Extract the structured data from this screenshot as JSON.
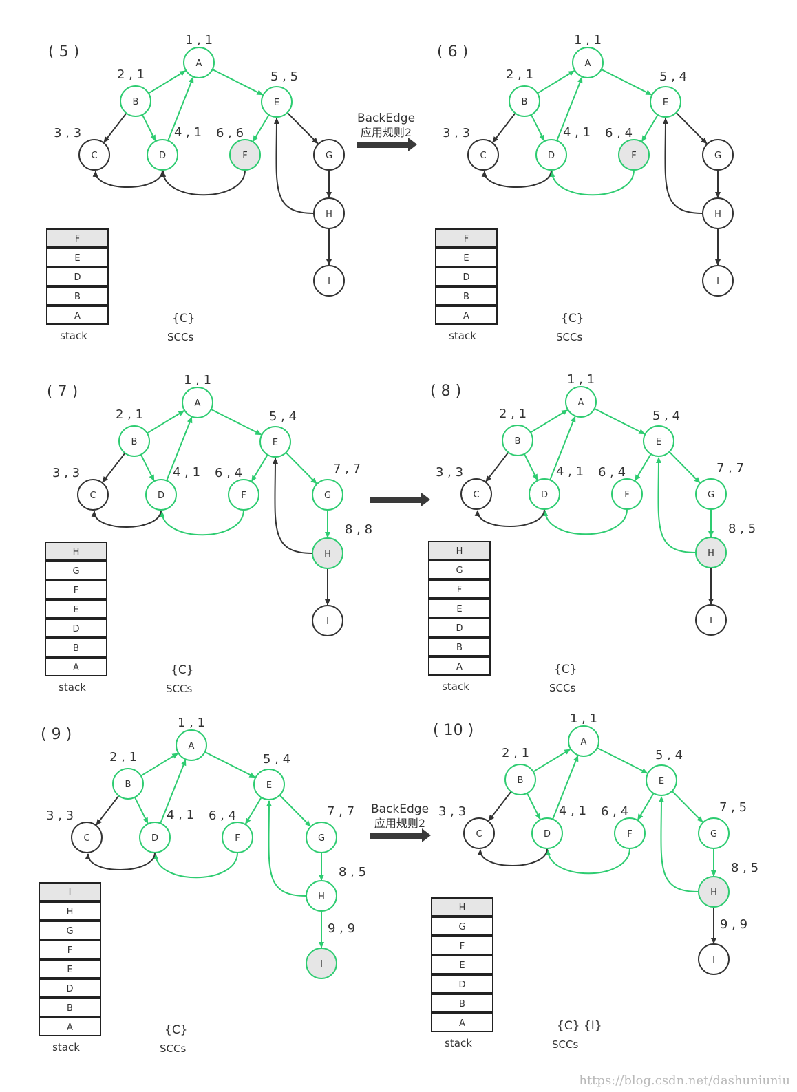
{
  "colors": {
    "green": "#2ecc71",
    "black": "#333333",
    "highlight": "#e6e6e6"
  },
  "panels": [
    {
      "label": "( 5 )",
      "labels": {
        "A": "1 , 1",
        "B": "2 , 1",
        "C": "3 , 3",
        "D": "4 , 1",
        "E": "5 , 5",
        "F": "6 , 6"
      },
      "nodes": [
        "A",
        "B",
        "C",
        "D",
        "E",
        "F",
        "G",
        "H",
        "I"
      ],
      "highlight": [
        "F"
      ],
      "green_nodes": [
        "A",
        "B",
        "D",
        "E",
        "F"
      ],
      "edges": [
        [
          "B",
          "A",
          "green"
        ],
        [
          "A",
          "E",
          "green"
        ],
        [
          "B",
          "D",
          "green"
        ],
        [
          "D",
          "A",
          "green"
        ],
        [
          "E",
          "F",
          "green"
        ],
        [
          "B",
          "C",
          "black"
        ],
        [
          "D",
          "C",
          "black"
        ],
        [
          "F",
          "D",
          "black"
        ],
        [
          "E",
          "G",
          "black"
        ],
        [
          "G",
          "H",
          "black"
        ],
        [
          "H",
          "E",
          "black"
        ],
        [
          "H",
          "I",
          "black"
        ]
      ],
      "stack": [
        "F",
        "E",
        "D",
        "B",
        "A"
      ],
      "stack_label": "stack",
      "sccs": "{C}",
      "sccs_label": "SCCs"
    },
    {
      "label": "( 6 )",
      "labels": {
        "A": "1 , 1",
        "B": "2 , 1",
        "C": "3 , 3",
        "D": "4 , 1",
        "E": "5 , 4",
        "F": "6 , 4"
      },
      "nodes": [
        "A",
        "B",
        "C",
        "D",
        "E",
        "F",
        "G",
        "H",
        "I"
      ],
      "highlight": [
        "F"
      ],
      "green_nodes": [
        "A",
        "B",
        "D",
        "E",
        "F"
      ],
      "edges": [
        [
          "B",
          "A",
          "green"
        ],
        [
          "A",
          "E",
          "green"
        ],
        [
          "B",
          "D",
          "green"
        ],
        [
          "D",
          "A",
          "green"
        ],
        [
          "E",
          "F",
          "green"
        ],
        [
          "F",
          "D",
          "green"
        ],
        [
          "B",
          "C",
          "black"
        ],
        [
          "D",
          "C",
          "black"
        ],
        [
          "E",
          "G",
          "black"
        ],
        [
          "G",
          "H",
          "black"
        ],
        [
          "H",
          "E",
          "black"
        ],
        [
          "H",
          "I",
          "black"
        ]
      ],
      "stack": [
        "F",
        "E",
        "D",
        "B",
        "A"
      ],
      "stack_label": "stack",
      "sccs": "{C}",
      "sccs_label": "SCCs"
    },
    {
      "label": "( 7 )",
      "labels": {
        "A": "1 , 1",
        "B": "2 , 1",
        "C": "3 , 3",
        "D": "4 , 1",
        "E": "5 , 4",
        "F": "6 , 4",
        "G": "7 , 7",
        "H": "8 , 8"
      },
      "nodes": [
        "A",
        "B",
        "C",
        "D",
        "E",
        "F",
        "G",
        "H",
        "I"
      ],
      "highlight": [
        "H"
      ],
      "green_nodes": [
        "A",
        "B",
        "D",
        "E",
        "F",
        "G",
        "H"
      ],
      "edges": [
        [
          "B",
          "A",
          "green"
        ],
        [
          "A",
          "E",
          "green"
        ],
        [
          "B",
          "D",
          "green"
        ],
        [
          "D",
          "A",
          "green"
        ],
        [
          "E",
          "F",
          "green"
        ],
        [
          "F",
          "D",
          "green"
        ],
        [
          "E",
          "G",
          "green"
        ],
        [
          "G",
          "H",
          "green"
        ],
        [
          "B",
          "C",
          "black"
        ],
        [
          "D",
          "C",
          "black"
        ],
        [
          "H",
          "E",
          "black"
        ],
        [
          "H",
          "I",
          "black"
        ]
      ],
      "stack": [
        "H",
        "G",
        "F",
        "E",
        "D",
        "B",
        "A"
      ],
      "stack_label": "stack",
      "sccs": "{C}",
      "sccs_label": "SCCs"
    },
    {
      "label": "( 8 )",
      "labels": {
        "A": "1 , 1",
        "B": "2 , 1",
        "C": "3 , 3",
        "D": "4 , 1",
        "E": "5 , 4",
        "F": "6 , 4",
        "G": "7 , 7",
        "H": "8 , 5"
      },
      "nodes": [
        "A",
        "B",
        "C",
        "D",
        "E",
        "F",
        "G",
        "H",
        "I"
      ],
      "highlight": [
        "H"
      ],
      "green_nodes": [
        "A",
        "B",
        "D",
        "E",
        "F",
        "G",
        "H"
      ],
      "edges": [
        [
          "B",
          "A",
          "green"
        ],
        [
          "A",
          "E",
          "green"
        ],
        [
          "B",
          "D",
          "green"
        ],
        [
          "D",
          "A",
          "green"
        ],
        [
          "E",
          "F",
          "green"
        ],
        [
          "F",
          "D",
          "green"
        ],
        [
          "E",
          "G",
          "green"
        ],
        [
          "G",
          "H",
          "green"
        ],
        [
          "H",
          "E",
          "green"
        ],
        [
          "B",
          "C",
          "black"
        ],
        [
          "D",
          "C",
          "black"
        ],
        [
          "H",
          "I",
          "black"
        ]
      ],
      "stack": [
        "H",
        "G",
        "F",
        "E",
        "D",
        "B",
        "A"
      ],
      "stack_label": "stack",
      "sccs": "{C}",
      "sccs_label": "SCCs"
    },
    {
      "label": "( 9 )",
      "labels": {
        "A": "1 , 1",
        "B": "2 , 1",
        "C": "3 , 3",
        "D": "4 , 1",
        "E": "5 , 4",
        "F": "6 , 4",
        "G": "7 , 7",
        "H": "8 , 5",
        "I": "9 , 9"
      },
      "nodes": [
        "A",
        "B",
        "C",
        "D",
        "E",
        "F",
        "G",
        "H",
        "I"
      ],
      "highlight": [
        "I"
      ],
      "green_nodes": [
        "A",
        "B",
        "D",
        "E",
        "F",
        "G",
        "H",
        "I"
      ],
      "edges": [
        [
          "B",
          "A",
          "green"
        ],
        [
          "A",
          "E",
          "green"
        ],
        [
          "B",
          "D",
          "green"
        ],
        [
          "D",
          "A",
          "green"
        ],
        [
          "E",
          "F",
          "green"
        ],
        [
          "F",
          "D",
          "green"
        ],
        [
          "E",
          "G",
          "green"
        ],
        [
          "G",
          "H",
          "green"
        ],
        [
          "H",
          "E",
          "green"
        ],
        [
          "H",
          "I",
          "green"
        ],
        [
          "B",
          "C",
          "black"
        ],
        [
          "D",
          "C",
          "black"
        ]
      ],
      "stack": [
        "I",
        "H",
        "G",
        "F",
        "E",
        "D",
        "B",
        "A"
      ],
      "stack_label": "stack",
      "sccs": "{C}",
      "sccs_label": "SCCs"
    },
    {
      "label": "( 10 )",
      "labels": {
        "A": "1 , 1",
        "B": "2 , 1",
        "C": "3 , 3",
        "D": "4 , 1",
        "E": "5 , 4",
        "F": "6 , 4",
        "G": "7 , 5",
        "H": "8 , 5",
        "I": "9 , 9"
      },
      "nodes": [
        "A",
        "B",
        "C",
        "D",
        "E",
        "F",
        "G",
        "H",
        "I"
      ],
      "highlight": [
        "H"
      ],
      "green_nodes": [
        "A",
        "B",
        "D",
        "E",
        "F",
        "G",
        "H"
      ],
      "edges": [
        [
          "B",
          "A",
          "green"
        ],
        [
          "A",
          "E",
          "green"
        ],
        [
          "B",
          "D",
          "green"
        ],
        [
          "D",
          "A",
          "green"
        ],
        [
          "E",
          "F",
          "green"
        ],
        [
          "F",
          "D",
          "green"
        ],
        [
          "E",
          "G",
          "green"
        ],
        [
          "G",
          "H",
          "green"
        ],
        [
          "H",
          "E",
          "green"
        ],
        [
          "B",
          "C",
          "black"
        ],
        [
          "D",
          "C",
          "black"
        ],
        [
          "H",
          "I",
          "black"
        ]
      ],
      "stack": [
        "H",
        "G",
        "F",
        "E",
        "D",
        "B",
        "A"
      ],
      "stack_label": "stack",
      "sccs": "{C} {I}",
      "sccs_label": "SCCs"
    }
  ],
  "arrows": [
    {
      "line1": "BackEdge",
      "line2": "应用规则2"
    },
    {
      "line1": "",
      "line2": ""
    },
    {
      "line1": "BackEdge",
      "line2": "应用规则2"
    }
  ],
  "watermark": "https://blog.csdn.net/dashuniuniu"
}
